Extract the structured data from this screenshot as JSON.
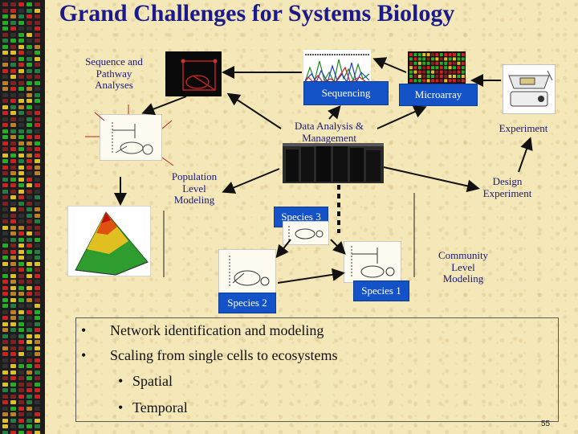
{
  "title": "Grand Challenges for Systems Biology",
  "labels": {
    "seq_pathway": [
      "Sequence and",
      "Pathway",
      "Analyses"
    ],
    "sequencing": "Sequencing",
    "microarray": "Microarray",
    "data_analysis": [
      "Data Analysis &",
      "Management"
    ],
    "experiment": "Experiment",
    "population": [
      "Population",
      "Level",
      "Modeling"
    ],
    "design": [
      "Design",
      "Experiment"
    ],
    "species3": "Species 3",
    "species2": "Species 2",
    "species1": "Species 1",
    "community": [
      "Community",
      "Level",
      "Modeling"
    ]
  },
  "bullets": [
    "Network identification and modeling",
    "Scaling from single cells to ecosystems"
  ],
  "sub_bullets": [
    "Spatial",
    "Temporal"
  ],
  "bullet_symbol": "•",
  "page_number": "55",
  "colors": {
    "title": "#1a1a8c",
    "label": "#1a1a7a",
    "box_fill": "#1452c8",
    "background": "#f4e7b8"
  }
}
